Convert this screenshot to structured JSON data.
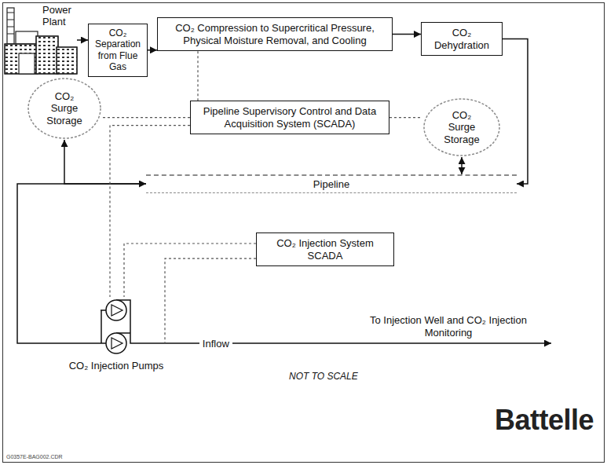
{
  "diagram": {
    "nodes": [
      {
        "text": [
          "Power Plant"
        ]
      },
      {
        "text": [
          "CO₂ Separation from Flue Gas"
        ]
      },
      {
        "text": [
          "CO₂ Compression to Supercritical Pressure, Physical Moisture Removal, and Cooling"
        ]
      },
      {
        "text": [
          "CO₂ Dehydration"
        ]
      },
      {
        "text": [
          "Pipeline Supervisory Control and Data Acquisition System (SCADA)"
        ]
      },
      {
        "text": [
          "CO₂ Surge Storage"
        ]
      },
      {
        "text": [
          "CO₂ Surge Storage"
        ]
      },
      {
        "text": [
          "Pipeline"
        ]
      },
      {
        "text": [
          "CO₂ Injection System SCADA"
        ]
      },
      {
        "text": [
          "CO₂ Injection Pumps"
        ]
      },
      {
        "text": [
          "To Injection Well and CO₂ Injection Monitoring"
        ]
      }
    ],
    "edges": [
      {
        "from": 0,
        "to": 1,
        "arrow": "to"
      },
      {
        "from": 1,
        "to": 2,
        "arrow": "to"
      },
      {
        "from": 2,
        "to": 3,
        "arrow": "to"
      },
      {
        "from": 3,
        "to": 7,
        "arrow": "to"
      },
      {
        "from": 6,
        "to": 7,
        "arrow": "both"
      },
      {
        "from": 5,
        "to": 7,
        "arrow": "both"
      },
      {
        "from": 7,
        "to": 9,
        "arrow": "none"
      },
      {
        "from": 9,
        "to": 10,
        "label": "Inflow",
        "arrow": "to"
      },
      {
        "from": 2,
        "to": 4,
        "arrow": "none"
      },
      {
        "from": 4,
        "to": 5,
        "arrow": "none"
      },
      {
        "from": 4,
        "to": 6,
        "arrow": "none"
      },
      {
        "from": 4,
        "to": 9,
        "arrow": "none"
      },
      {
        "from": 8,
        "to": 9,
        "arrow": "none"
      }
    ],
    "labels": [
      "NOT TO SCALE",
      "Battelle",
      "G0357E-BAG002.CDR"
    ]
  }
}
